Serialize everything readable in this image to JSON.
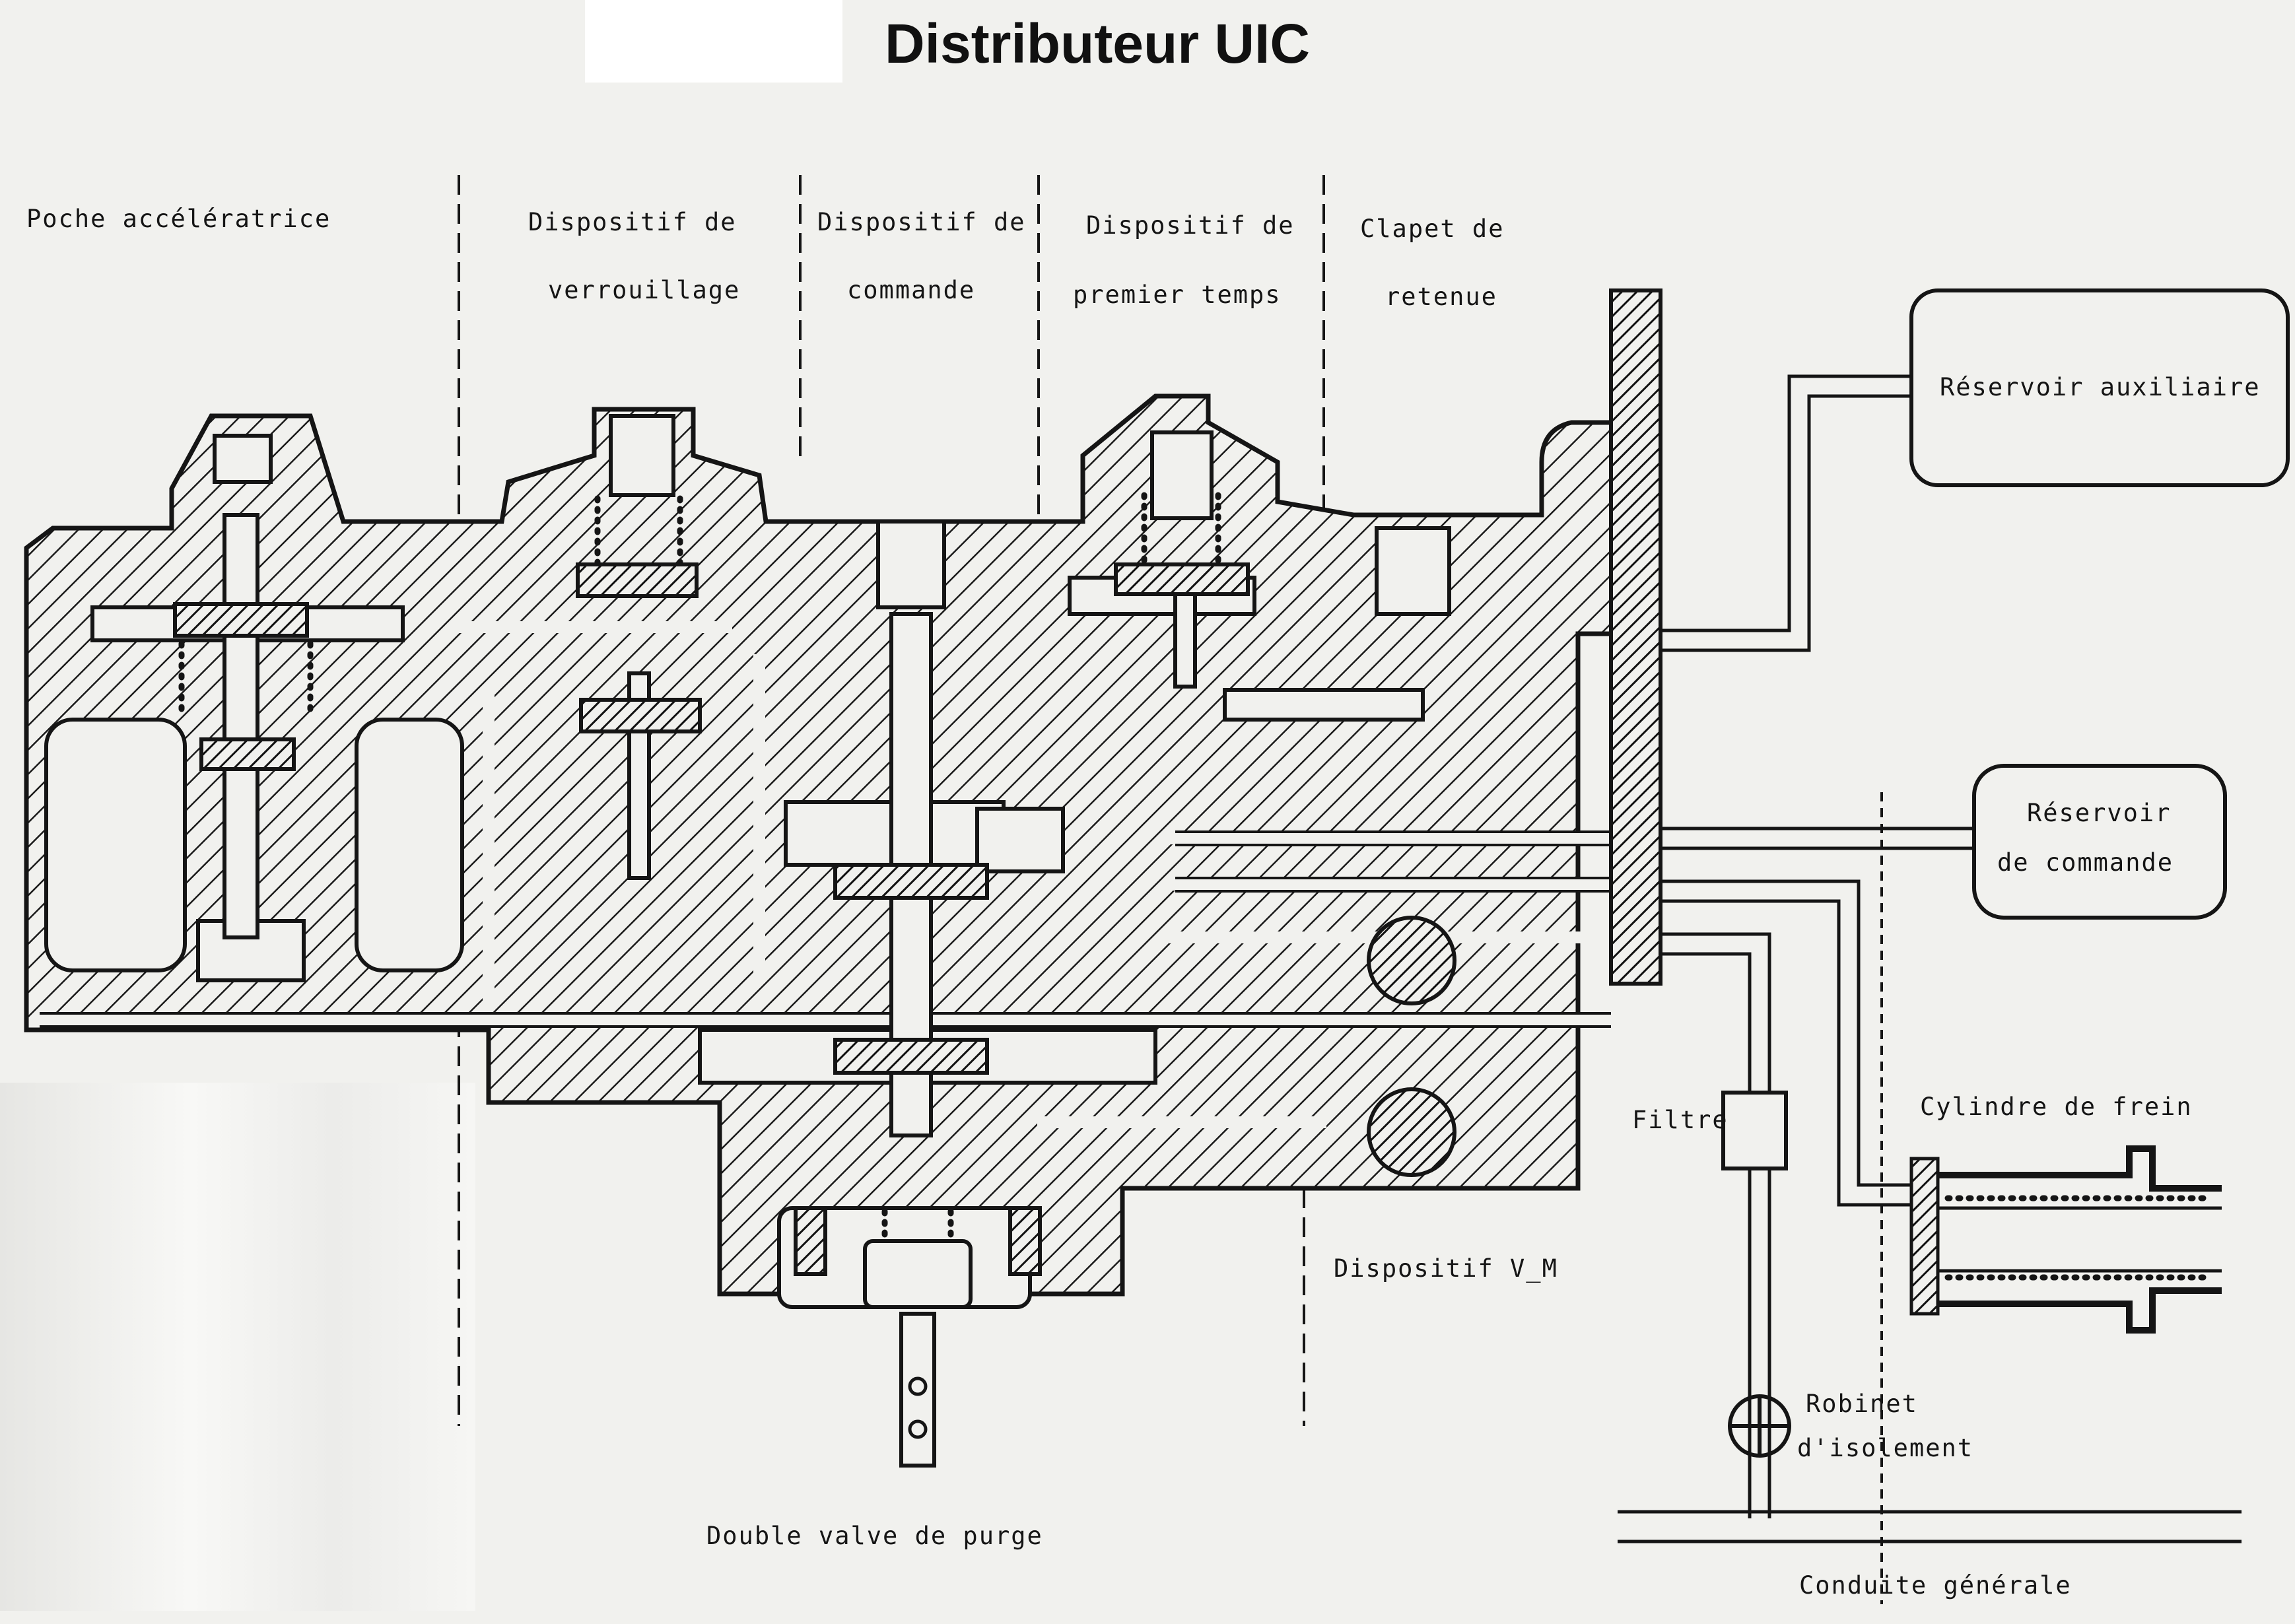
{
  "title": "Distributeur UIC",
  "sections": {
    "poche": "Poche accélératrice",
    "verrouillage_1": "Dispositif de",
    "verrouillage_2": "verrouillage",
    "commande_1": "Dispositif de",
    "commande_2": "commande",
    "premier_1": "Dispositif de",
    "premier_2": "premier temps",
    "clapet_1": "Clapet de",
    "clapet_2": "retenue"
  },
  "components": {
    "reservoir_auxiliaire": "Réservoir auxiliaire",
    "reservoir_commande_1": "Réservoir",
    "reservoir_commande_2": "de commande",
    "cylindre_frein": "Cylindre de frein",
    "filtre": "Filtre",
    "robinet_1": "Robinet",
    "robinet_2": "d'isolement",
    "dispositif_vm": "Dispositif V_M",
    "double_valve": "Double valve de purge",
    "conduite_generale": "Conduite générale"
  },
  "colors": {
    "ink": "#151515",
    "paper": "#f1f1ee",
    "hatch": "#1a1a1a"
  }
}
